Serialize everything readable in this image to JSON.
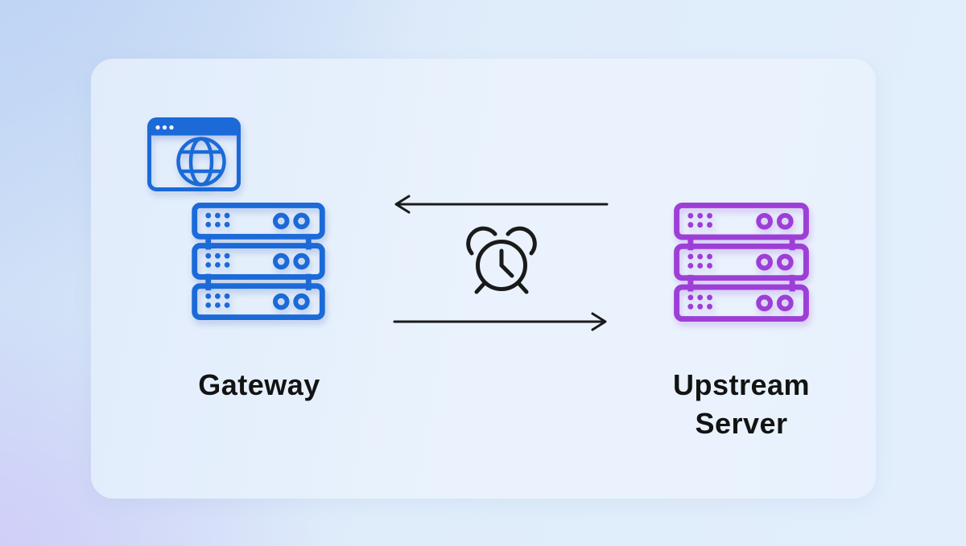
{
  "nodes": {
    "client": {
      "icon": "browser-globe-icon"
    },
    "gateway": {
      "label": "Gateway",
      "icon": "server-stack-icon"
    },
    "upstream": {
      "label": "Upstream Server",
      "icon": "server-stack-icon"
    }
  },
  "flow": {
    "response_arrow": {
      "icon": "arrow-left-icon",
      "direction": "left"
    },
    "request_arrow": {
      "icon": "arrow-right-icon",
      "direction": "right"
    },
    "timeout": {
      "icon": "alarm-clock-icon"
    }
  },
  "colors": {
    "gateway_blue": "#1b6ad8",
    "upstream_purple": "#9d3fd6",
    "arrow_black": "#1a1a1a",
    "label_text": "#131313",
    "card_bg": "#e9f1fc"
  }
}
